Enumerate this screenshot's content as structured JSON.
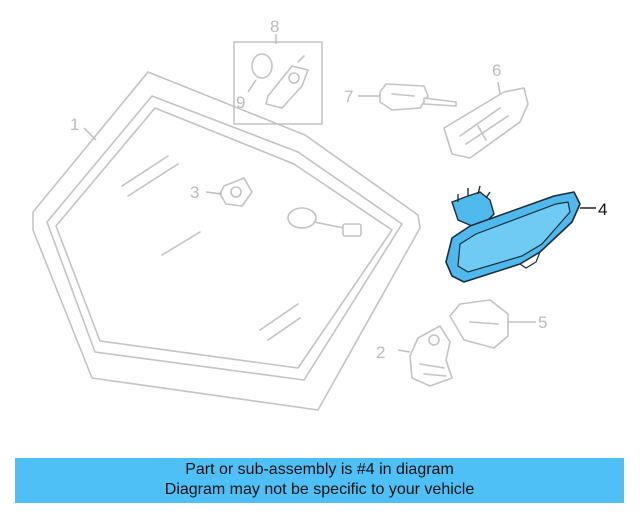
{
  "callouts": {
    "windshield": "1",
    "mirror_mount": "2",
    "sensor_bracket": "3",
    "rearview_mirror": "4",
    "mirror_cover": "5",
    "rain_sensor_cover": "6",
    "cover_bracket": "7",
    "sensor_clip": "8",
    "sensor_gasket": "9"
  },
  "highlight_color": "#4fb8ec",
  "banner": {
    "line1": "Part or sub-assembly is #4 in diagram",
    "line2": "Diagram may not be specific to your vehicle",
    "color": "#4fc0f5"
  }
}
